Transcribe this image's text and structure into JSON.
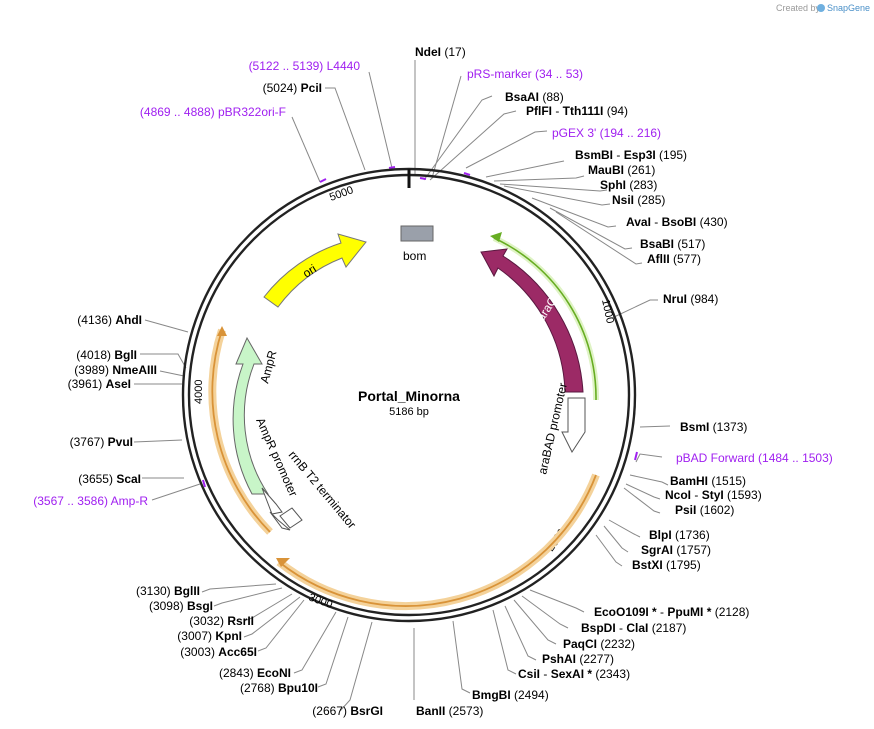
{
  "credit": {
    "prefix": "Created by",
    "brand": "SnapGene"
  },
  "plasmid": {
    "name": "Portal_Minorna",
    "length_label": "5186 bp",
    "total_bp": 5186
  },
  "colors": {
    "backbone": "#222222",
    "ori": "#ffff00",
    "araC": "#9c2a66",
    "araC_outline": "#7cc22e",
    "ampR": "#c8f5c8",
    "bom": "#9aa0aa",
    "orange_outline": "#e8a84a",
    "primer": "#a020f0"
  },
  "ticks": [
    "1000",
    "2000",
    "3000",
    "4000",
    "5000"
  ],
  "features": {
    "ori": "ori",
    "bom": "bom",
    "araC": "araC",
    "araBAD": "araBAD promoter",
    "ampR": "AmpR",
    "ampR_promoter": "AmpR promoter",
    "rrnB": "rrnB T2 terminator"
  },
  "sites": [
    {
      "name": "NdeI",
      "pos": "(17)"
    },
    {
      "name": "BsaAI",
      "pos": "(88)"
    },
    {
      "name": "PflFI",
      "name2": "Tth111I",
      "pos": "(94)"
    },
    {
      "name": "BsmBI",
      "name2": "Esp3I",
      "pos": "(195)"
    },
    {
      "name": "MauBI",
      "pos": "(261)"
    },
    {
      "name": "SphI",
      "pos": "(283)"
    },
    {
      "name": "NsiI",
      "pos": "(285)"
    },
    {
      "name": "AvaI",
      "name2": "BsoBI",
      "pos": "(430)"
    },
    {
      "name": "BsaBI",
      "pos": "(517)"
    },
    {
      "name": "AflII",
      "pos": "(577)"
    },
    {
      "name": "NruI",
      "pos": "(984)"
    },
    {
      "name": "BsmI",
      "pos": "(1373)"
    },
    {
      "name": "BamHI",
      "pos": "(1515)"
    },
    {
      "name": "NcoI",
      "name2": "StyI",
      "pos": "(1593)"
    },
    {
      "name": "PsiI",
      "pos": "(1602)"
    },
    {
      "name": "BlpI",
      "pos": "(1736)"
    },
    {
      "name": "SgrAI",
      "pos": "(1757)"
    },
    {
      "name": "BstXI",
      "pos": "(1795)"
    },
    {
      "name": "EcoO109I *",
      "name2": "PpuMI *",
      "pos": "(2128)"
    },
    {
      "name": "BspDI",
      "name2": "ClaI",
      "pos": "(2187)"
    },
    {
      "name": "PaqCI",
      "pos": "(2232)"
    },
    {
      "name": "PshAI",
      "pos": "(2277)"
    },
    {
      "name": "CsiI",
      "name2": "SexAI *",
      "pos": "(2343)"
    },
    {
      "name": "BmgBI",
      "pos": "(2494)"
    },
    {
      "name": "BanII",
      "pos": "(2573)"
    },
    {
      "name": "BsrGI",
      "pos": "(2667)"
    },
    {
      "name": "Bpu10I",
      "pos": "(2768)"
    },
    {
      "name": "EcoNI",
      "pos": "(2843)"
    },
    {
      "name": "Acc65I",
      "pos": "(3003)"
    },
    {
      "name": "KpnI",
      "pos": "(3007)"
    },
    {
      "name": "RsrII",
      "pos": "(3032)"
    },
    {
      "name": "BsgI",
      "pos": "(3098)"
    },
    {
      "name": "BglII",
      "pos": "(3130)"
    },
    {
      "name": "ScaI",
      "pos": "(3655)"
    },
    {
      "name": "PvuI",
      "pos": "(3767)"
    },
    {
      "name": "AseI",
      "pos": "(3961)"
    },
    {
      "name": "NmeAIII",
      "pos": "(3989)"
    },
    {
      "name": "BglI",
      "pos": "(4018)"
    },
    {
      "name": "AhdI",
      "pos": "(4136)"
    },
    {
      "name": "PciI",
      "pos": "(5024)"
    }
  ],
  "primers": [
    {
      "name": "pRS-marker",
      "range": "(34 .. 53)"
    },
    {
      "name": "pGEX 3'",
      "range": "(194 .. 216)"
    },
    {
      "name": "pBAD Forward",
      "range": "(1484 .. 1503)"
    },
    {
      "name": "Amp-R",
      "range": "(3567 .. 3586)"
    },
    {
      "name": "L4440",
      "range": "(5122 .. 5139)"
    },
    {
      "name": "pBR322ori-F",
      "range": "(4869 .. 4888)"
    }
  ]
}
